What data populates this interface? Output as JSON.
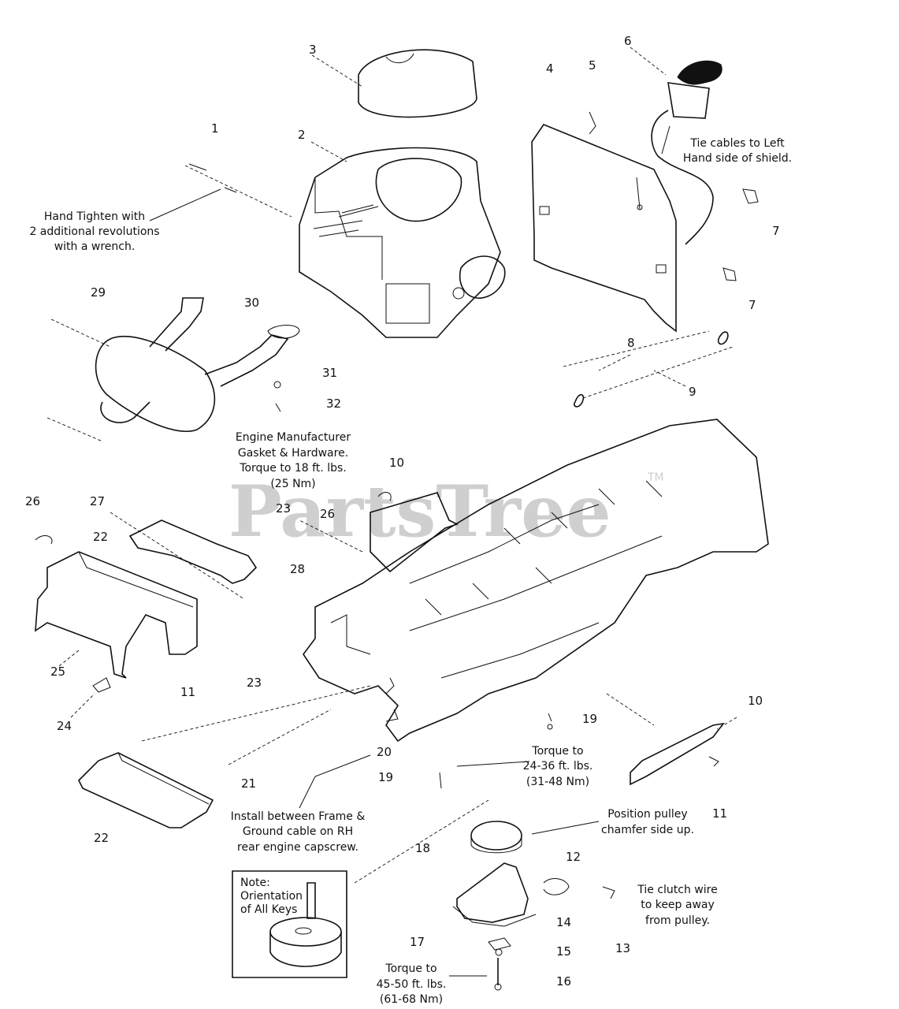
{
  "watermark": {
    "text": "PartsTree",
    "tm": "TM"
  },
  "callouts": [
    {
      "id": "c1",
      "text": "1"
    },
    {
      "id": "c2",
      "text": "2"
    },
    {
      "id": "c3",
      "text": "3"
    },
    {
      "id": "c4",
      "text": "4"
    },
    {
      "id": "c5",
      "text": "5"
    },
    {
      "id": "c6",
      "text": "6"
    },
    {
      "id": "c7a",
      "text": "7"
    },
    {
      "id": "c7b",
      "text": "7"
    },
    {
      "id": "c8",
      "text": "8"
    },
    {
      "id": "c9",
      "text": "9"
    },
    {
      "id": "c10a",
      "text": "10"
    },
    {
      "id": "c10b",
      "text": "10"
    },
    {
      "id": "c11a",
      "text": "11"
    },
    {
      "id": "c11b",
      "text": "11"
    },
    {
      "id": "c12",
      "text": "12"
    },
    {
      "id": "c13",
      "text": "13"
    },
    {
      "id": "c14",
      "text": "14"
    },
    {
      "id": "c15",
      "text": "15"
    },
    {
      "id": "c16",
      "text": "16"
    },
    {
      "id": "c17",
      "text": "17"
    },
    {
      "id": "c18",
      "text": "18"
    },
    {
      "id": "c19a",
      "text": "19"
    },
    {
      "id": "c19b",
      "text": "19"
    },
    {
      "id": "c20",
      "text": "20"
    },
    {
      "id": "c21",
      "text": "21"
    },
    {
      "id": "c22a",
      "text": "22"
    },
    {
      "id": "c22b",
      "text": "22"
    },
    {
      "id": "c23a",
      "text": "23"
    },
    {
      "id": "c23b",
      "text": "23"
    },
    {
      "id": "c24",
      "text": "24"
    },
    {
      "id": "c25",
      "text": "25"
    },
    {
      "id": "c26a",
      "text": "26"
    },
    {
      "id": "c26b",
      "text": "26"
    },
    {
      "id": "c27",
      "text": "27"
    },
    {
      "id": "c28",
      "text": "28"
    },
    {
      "id": "c29",
      "text": "29"
    },
    {
      "id": "c30",
      "text": "30"
    },
    {
      "id": "c31",
      "text": "31"
    },
    {
      "id": "c32",
      "text": "32"
    }
  ],
  "notes": {
    "hand_tighten": [
      "Hand Tighten with",
      "2 additional revolutions",
      "with a wrench."
    ],
    "tie_cables": [
      "Tie cables to Left",
      "Hand side of shield."
    ],
    "engine_gasket": [
      "Engine Manufacturer",
      "Gasket & Hardware.",
      "Torque to 18 ft. lbs.",
      "(25 Nm)"
    ],
    "torque_24_36": [
      "Torque to",
      "24-36 ft. lbs.",
      "(31-48 Nm)"
    ],
    "install_between": [
      "Install between Frame &",
      "Ground cable on RH",
      "rear engine capscrew."
    ],
    "position_pulley": [
      "Position pulley",
      "chamfer side up."
    ],
    "orientation_keys": [
      "Note:",
      "Orientation",
      "of All Keys"
    ],
    "tie_clutch": [
      "Tie clutch wire",
      "to keep away",
      "from pulley."
    ],
    "torque_45_50": [
      "Torque to",
      "45-50 ft. lbs.",
      "(61-68 Nm)"
    ]
  }
}
